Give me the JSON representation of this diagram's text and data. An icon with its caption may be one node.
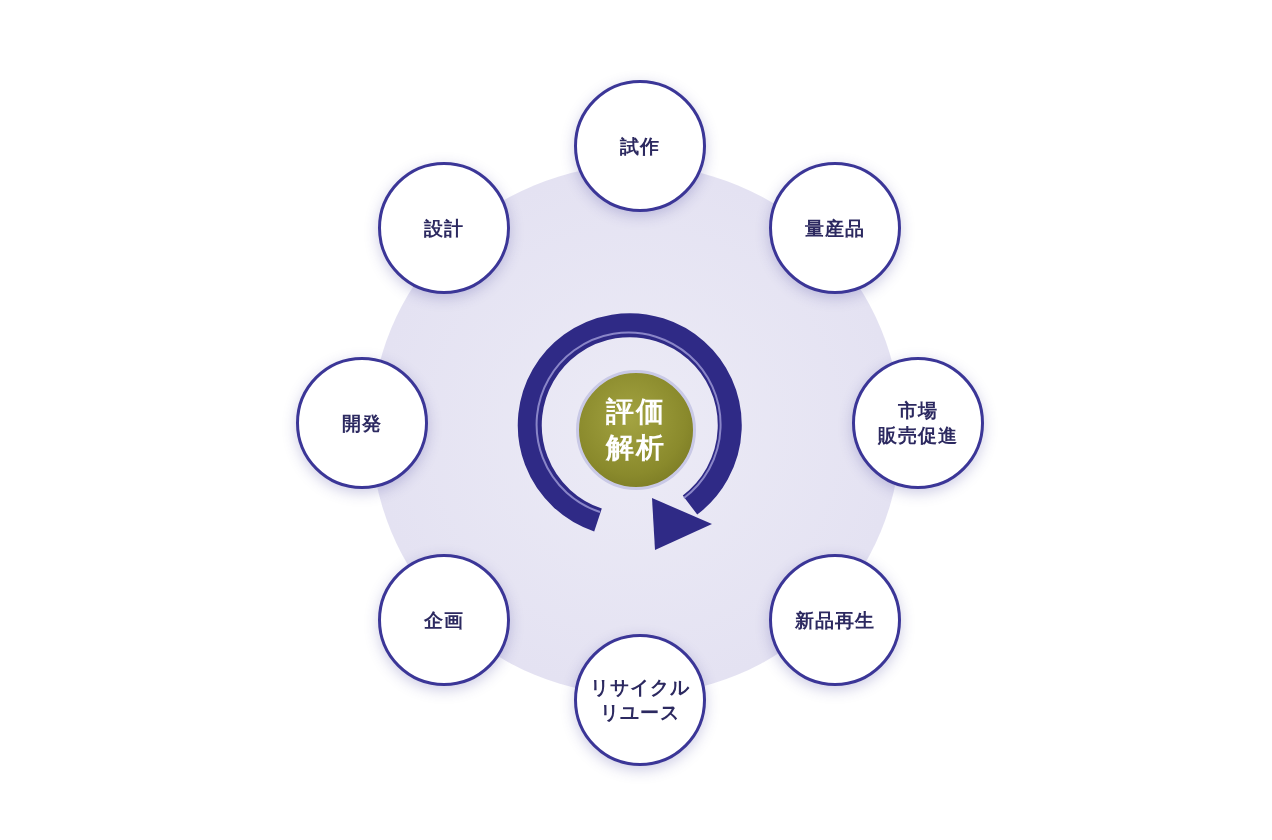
{
  "diagram": {
    "nodes": [
      {
        "text": [
          "評価解析"
        ]
      },
      {
        "text": [
          "試作"
        ]
      },
      {
        "text": [
          "量産品"
        ]
      },
      {
        "text": [
          "市場販売促進"
        ]
      },
      {
        "text": [
          "新品再生"
        ]
      },
      {
        "text": [
          "リサイクルリユース"
        ]
      },
      {
        "text": [
          "企画"
        ]
      },
      {
        "text": [
          "開発"
        ]
      },
      {
        "text": [
          "設計"
        ]
      }
    ],
    "edges": []
  }
}
